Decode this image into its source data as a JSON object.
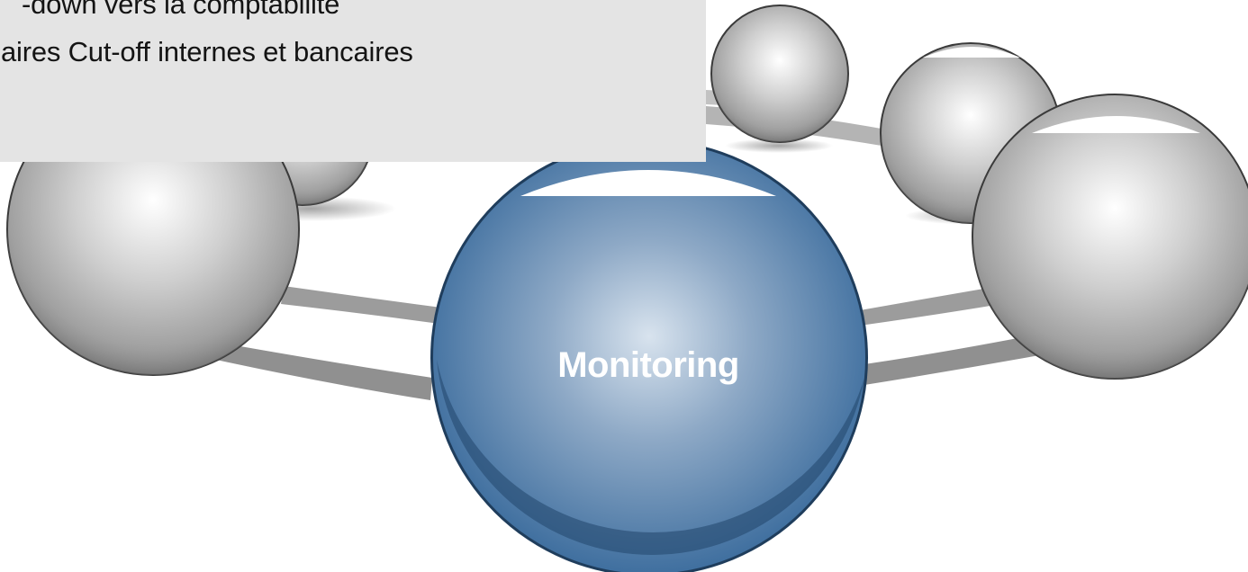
{
  "diagram": {
    "center_node": {
      "label": "Monitoring",
      "color": "#336699"
    },
    "outer_node_color": "#8c8c8c",
    "tooltip": {
      "lines": [
        "-down vers la comptabilité",
        "aires Cut-off internes et bancaires"
      ],
      "background": "#e4e4e4"
    }
  }
}
